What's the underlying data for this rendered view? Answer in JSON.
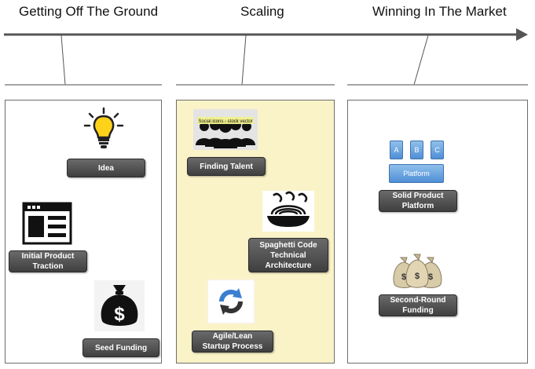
{
  "stages": [
    {
      "title": "Getting Off The Ground"
    },
    {
      "title": "Scaling"
    },
    {
      "title": "Winning In The Market"
    }
  ],
  "labels": {
    "idea": "Idea",
    "initial_product_traction": "Initial Product\nTraction",
    "seed_funding": "Seed Funding",
    "finding_talent": "Finding Talent",
    "spaghetti_code": "Spaghetti Code\nTechnical\nArchitecture",
    "agile_lean": "Agile/Lean\nStartup Process",
    "solid_product_platform": "Solid Product\nPlatform",
    "second_round_funding": "Second-Round\nFunding"
  },
  "platform_diagram": {
    "modules": [
      "A",
      "B",
      "C"
    ],
    "base": "Platform"
  },
  "image_text": {
    "stock_caption": "Social icons - stock vector",
    "dollar_sign": "$"
  },
  "colors": {
    "highlight_panel": "#fbf3c8",
    "label_bg": "#4f4f4f",
    "timeline": "#555555"
  }
}
